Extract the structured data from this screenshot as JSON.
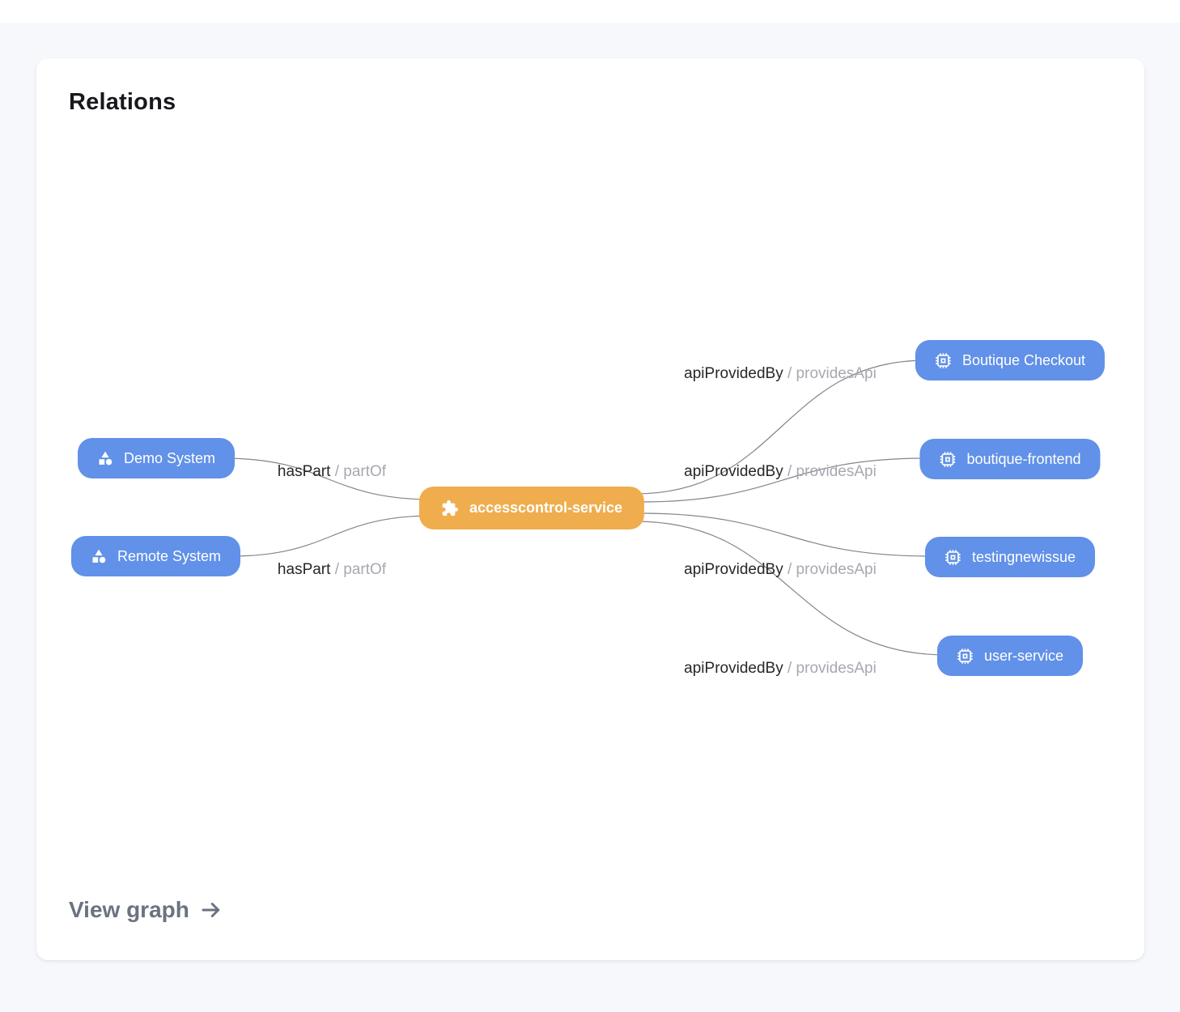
{
  "header": {
    "title": "Relations"
  },
  "footer": {
    "view_graph_label": "View graph",
    "arrow_icon": "arrow-right-icon"
  },
  "colors": {
    "page_background": "#f7f8fb",
    "card_background": "#ffffff",
    "primary_node": "#efad4d",
    "secondary_node": "#6191e8",
    "edge_line": "#6f7076",
    "edge_label_dark": "#27272a",
    "edge_label_gray": "#a6a9b0",
    "view_graph_text": "#6b7280"
  },
  "graph": {
    "separator": "/",
    "center_node": {
      "label": "accesscontrol-service",
      "icon": "puzzle-icon"
    },
    "left_nodes": [
      {
        "label": "Demo System",
        "icon": "system-icon",
        "relation": "hasPart",
        "inverse": "partOf"
      },
      {
        "label": "Remote System",
        "icon": "system-icon",
        "relation": "hasPart",
        "inverse": "partOf"
      }
    ],
    "right_nodes": [
      {
        "label": "Boutique Checkout",
        "icon": "api-icon",
        "relation": "apiProvidedBy",
        "inverse": "providesApi"
      },
      {
        "label": "boutique-frontend",
        "icon": "api-icon",
        "relation": "apiProvidedBy",
        "inverse": "providesApi"
      },
      {
        "label": "testingnewissue",
        "icon": "api-icon",
        "relation": "apiProvidedBy",
        "inverse": "providesApi"
      },
      {
        "label": "user-service",
        "icon": "api-icon",
        "relation": "apiProvidedBy",
        "inverse": "providesApi"
      }
    ]
  }
}
